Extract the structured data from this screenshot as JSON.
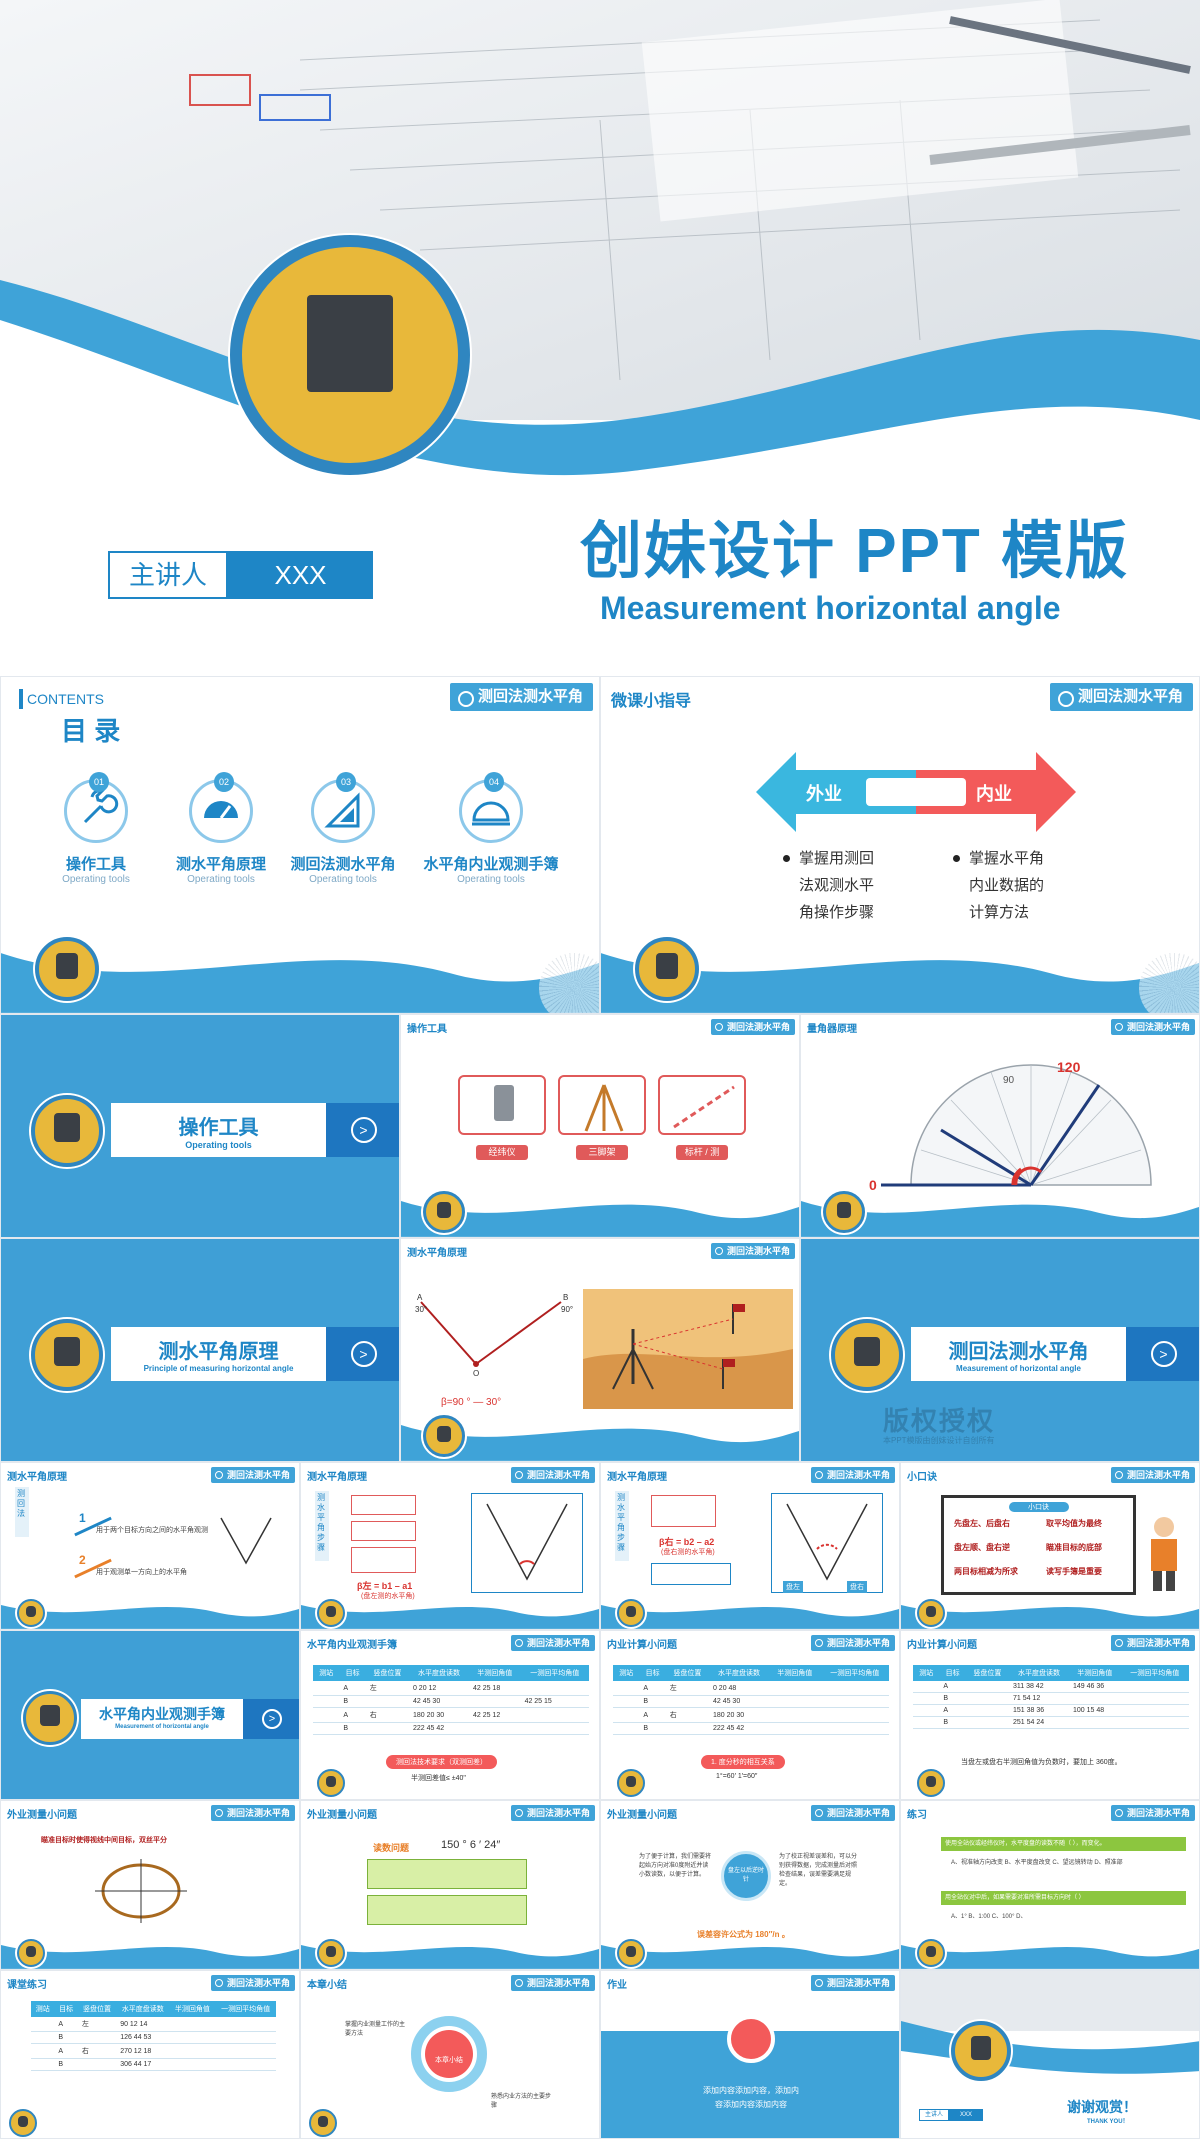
{
  "cover": {
    "title": "创妹设计 PPT 模版",
    "subtitle": "Measurement horizontal angle",
    "presenter_label": "主讲人",
    "presenter_name": "XXX"
  },
  "contents": {
    "header_en": "CONTENTS",
    "heading": "目 录",
    "tag": "测回法测水平角",
    "items": [
      {
        "num": "01",
        "title": "操作工具",
        "en": "Operating tools"
      },
      {
        "num": "02",
        "title": "测水平角原理",
        "en": "Operating tools"
      },
      {
        "num": "03",
        "title": "测回法测水平角",
        "en": "Operating tools"
      },
      {
        "num": "04",
        "title": "水平角内业观测手簿",
        "en": "Operating tools"
      }
    ]
  },
  "guide": {
    "title": "微课小指导",
    "tag": "测回法测水平角",
    "left_label": "外业",
    "right_label": "内业",
    "left_bullet": "掌握用测回法观测水平角操作步骤",
    "right_bullet": "掌握水平角内业数据的计算方法"
  },
  "sec1": {
    "title": "操作工具",
    "en": "Operating tools",
    "arrow": ">"
  },
  "tools": {
    "title": "操作工具",
    "tag": "测回法测水平角",
    "items": [
      "经纬仪",
      "三脚架",
      "标杆 / 测"
    ]
  },
  "protractor": {
    "title": "量角器原理",
    "tag": "测回法测水平角",
    "value_high": "120",
    "value_low": "0",
    "mid": "90"
  },
  "sec2": {
    "title": "测水平角原理",
    "en": "Principle of measuring horizontal angle",
    "arrow": ">"
  },
  "principle": {
    "title": "测水平角原理",
    "tag": "测回法测水平角",
    "formula": "β=90 ° — 30°",
    "label_a": "A",
    "label_b": "B",
    "label_o": "O",
    "angle_a": "30°",
    "angle_b": "90°"
  },
  "sec3": {
    "title": "测回法测水平角",
    "en": "Measurement of horizontal angle",
    "arrow": ">",
    "watermark": "版权授权",
    "watermark_sub": "本PPT模版由创妹设计自创所有"
  },
  "row4": [
    {
      "title": "测水平角原理",
      "tag": "测回法测水平角",
      "side": "测回法",
      "step1": "1",
      "step2": "2",
      "text1": "用于两个目标方向之间的水平角观测",
      "text2": "用于观测单一方向上的水平角"
    },
    {
      "title": "测水平角原理",
      "tag": "测回法测水平角",
      "side": "测水平角步骤",
      "formula": "β左 = b1 – a1",
      "formula_note": "(盘左测的水平角)"
    },
    {
      "title": "测水平角原理",
      "tag": "测回法测水平角",
      "side": "测水平角步骤",
      "formula": "β右 = b2 – a2",
      "formula_note": "(盘右测的水平角)",
      "tag_left": "盘左",
      "tag_right": "盘右"
    },
    {
      "title": "小口诀",
      "tag": "测回法测水平角",
      "board_title": "小口诀",
      "lines": [
        "先盘左、后盘右",
        "取平均值为最终",
        "盘左顺、盘右逆",
        "瞄准目标的底部",
        "两目标相减为所求",
        "读写手簿是重要"
      ]
    }
  ],
  "row5": [
    {
      "title": "水平角内业观测手簿",
      "en": "Measurement of horizontal angle",
      "arrow": ">"
    },
    {
      "title": "水平角内业观测手簿",
      "tag": "测回法测水平角",
      "headers": [
        "测站",
        "目标",
        "竖盘位置",
        "水平度盘读数",
        "半测回角值",
        "一测回平均角值"
      ],
      "rows": [
        [
          "A",
          "左",
          "0 20 12",
          "42 25 18",
          ""
        ],
        [
          "B",
          "",
          "42 45 30",
          "",
          "42 25 15"
        ],
        [
          "A",
          "右",
          "180 20 30",
          "42 25 12",
          ""
        ],
        [
          "B",
          "",
          "222 45 42",
          "",
          ""
        ]
      ],
      "pill": "测回法技术要求（双测回差）",
      "note": "半测回差值≤ ±40\""
    },
    {
      "title": "内业计算小问题",
      "tag": "测回法测水平角",
      "headers": [
        "测站",
        "目标",
        "竖盘位置",
        "水平度盘读数",
        "半测回角值",
        "一测回平均角值"
      ],
      "rows": [
        [
          "A",
          "左",
          "0 20 48",
          "",
          ""
        ],
        [
          "B",
          "",
          "42 45 30",
          "",
          ""
        ],
        [
          "A",
          "右",
          "180 20 30",
          "",
          ""
        ],
        [
          "B",
          "",
          "222 45 42",
          "",
          ""
        ]
      ],
      "pill": "1. 度分秒的相互关系",
      "note": "1°=60′ 1′=60″"
    },
    {
      "title": "内业计算小问题",
      "tag": "测回法测水平角",
      "headers": [
        "测站",
        "目标",
        "竖盘位置",
        "水平度盘读数",
        "半测回角值",
        "一测回平均角值"
      ],
      "rows": [
        [
          "A",
          "",
          "311 38 42",
          "149 46 36",
          ""
        ],
        [
          "B",
          "",
          "71 54 12",
          "",
          ""
        ],
        [
          "A",
          "",
          "151 38 36",
          "100 15 48",
          ""
        ],
        [
          "B",
          "",
          "251 54 24",
          "",
          ""
        ]
      ],
      "note": "当盘左或盘右半测回角值为负数时，要加上 360度。"
    }
  ],
  "row6": [
    {
      "title": "外业测量小问题",
      "tag": "测回法测水平角",
      "text": "瞄准目标时使得视线中间目标，双丝平分"
    },
    {
      "title": "外业测量小问题",
      "tag": "测回法测水平角",
      "reading_label": "读数问题",
      "reading": "150 ° 6 ′ 24″"
    },
    {
      "title": "外业测量小问题",
      "tag": "测回法测水平角",
      "center": "盘左以后逆时针",
      "left_text": "为了便于计算，我们需要将起始方向对准0度附近并读小数读数，以便于计算。",
      "right_text": "为了校正视差误差和，可以分别获得数据，完成测量后对照检查结果，误差需要满足规定。",
      "formula": "误差容许公式为 180″/n 。"
    },
    {
      "title": "练习",
      "tag": "测回法测水平角",
      "q1": "使用全站仪或经纬仪时，水平度盘的读数不随（ ），而变化。",
      "q1_opts": "A、视准轴方向改变   B、水平度盘改变   C、望远镜转动   D、照准部",
      "q2": "用全站仪对中后，如果需要对准所需目标方向时（ ）",
      "q2_opts": "A、1°   B、1:00   C、100°   D、"
    }
  ],
  "row7": [
    {
      "title": "课堂练习",
      "tag": "测回法测水平角",
      "headers": [
        "测站",
        "目标",
        "竖盘位置",
        "水平度盘读数",
        "半测回角值",
        "一测回平均角值"
      ],
      "rows": [
        [
          "A",
          "左",
          "90 12 14",
          "",
          ""
        ],
        [
          "B",
          "",
          "126 44 53",
          "",
          ""
        ],
        [
          "A",
          "右",
          "270 12 18",
          "",
          ""
        ],
        [
          "B",
          "",
          "306 44 17",
          "",
          ""
        ]
      ]
    },
    {
      "title": "本章小结",
      "tag": "测回法测水平角",
      "center": "本章小结",
      "left_text": "掌握内业测量工作的主要方法",
      "right_text": "熟悉内业方法的主要步骤"
    },
    {
      "title": "作业",
      "tag": "测回法测水平角",
      "text1": "添加内容添加内容，添加内",
      "text2": "容添加内容添加内容"
    },
    {
      "thanks": "谢谢观赏！",
      "thanks_en": "THANK YOU！",
      "presenter_label": "主讲人",
      "presenter_name": "XXX"
    }
  ]
}
